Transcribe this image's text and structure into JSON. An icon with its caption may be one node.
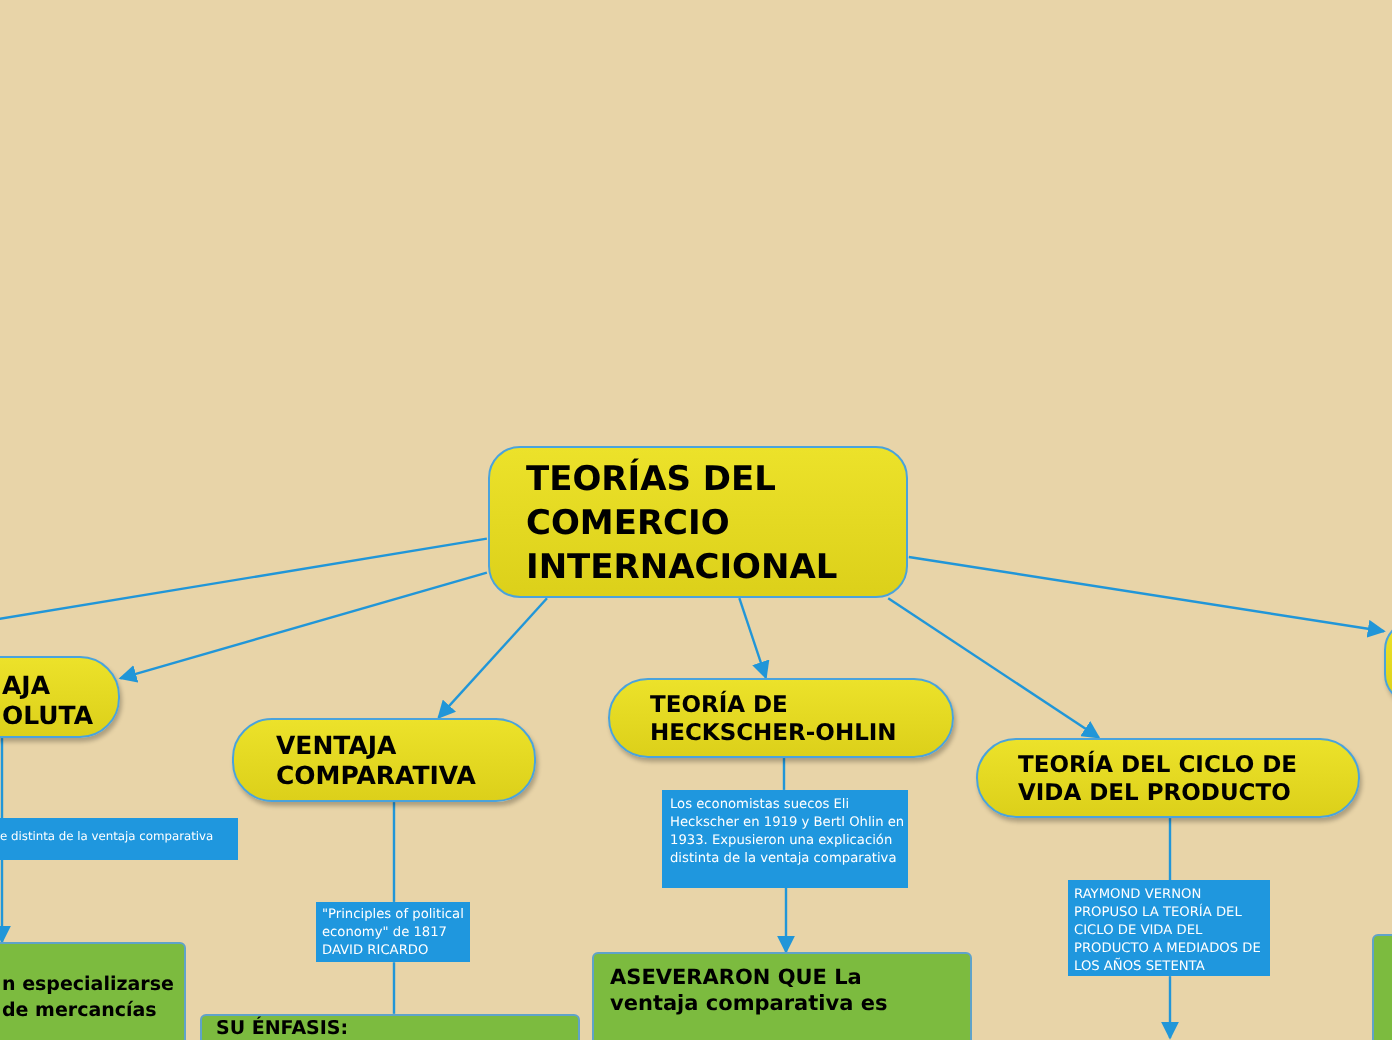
{
  "diagram": {
    "nodes": [
      {
        "text": [
          "TEORÍAS DEL COMERCIO INTERNACIONAL"
        ]
      },
      {
        "text": [
          "AJA OLUTA"
        ]
      },
      {
        "text": [
          "VENTAJA COMPARATIVA"
        ]
      },
      {
        "text": [
          "TEORÍA DE HECKSCHER-OHLIN"
        ]
      },
      {
        "text": [
          "TEORÍA DEL CICLO DE VIDA DEL PRODUCTO"
        ]
      },
      {
        "text": [],
        "shape": "box"
      },
      {
        "text": [
          "e distinta de la ventaja comparativa"
        ]
      },
      {
        "text": [
          "n especializarse de mercancías"
        ]
      },
      {
        "text": [
          "\"Principles of political economy\" de 1817 DAVID RICARDO"
        ]
      },
      {
        "text": [
          "SU ÉNFASIS:"
        ]
      },
      {
        "text": [
          "Los economistas suecos Eli Heckscher en 1919 y Bertl Ohlin en 1933. Expusieron una explicación distinta de la ventaja comparativa"
        ]
      },
      {
        "text": [
          "ASEVERARON QUE La ventaja comparativa es"
        ]
      },
      {
        "text": [
          "RAYMOND VERNON PROPUSO LA TEORÍA DEL CICLO DE VIDA DEL PRODUCTO A MEDIADOS DE LOS AÑOS SETENTA"
        ]
      },
      {
        "text": [],
        "shape": "box"
      }
    ],
    "edges": [
      {
        "from": 0,
        "to": null,
        "arrow": "none"
      },
      {
        "from": 0,
        "to": 1,
        "arrow": "to"
      },
      {
        "from": 0,
        "to": 2,
        "arrow": "to"
      },
      {
        "from": 0,
        "to": 3,
        "arrow": "to"
      },
      {
        "from": 0,
        "to": 4,
        "arrow": "to"
      },
      {
        "from": 0,
        "to": 5,
        "arrow": "to"
      },
      {
        "from": 1,
        "to": 6,
        "arrow": "none"
      },
      {
        "from": 6,
        "to": 7,
        "arrow": "to"
      },
      {
        "from": 2,
        "to": 8,
        "arrow": "none"
      },
      {
        "from": 8,
        "to": 9,
        "arrow": "none"
      },
      {
        "from": 3,
        "to": 10,
        "arrow": "none"
      },
      {
        "from": 10,
        "to": 11,
        "arrow": "to"
      },
      {
        "from": 4,
        "to": 12,
        "arrow": "none"
      },
      {
        "from": 12,
        "to": null,
        "arrow": "to"
      }
    ]
  }
}
